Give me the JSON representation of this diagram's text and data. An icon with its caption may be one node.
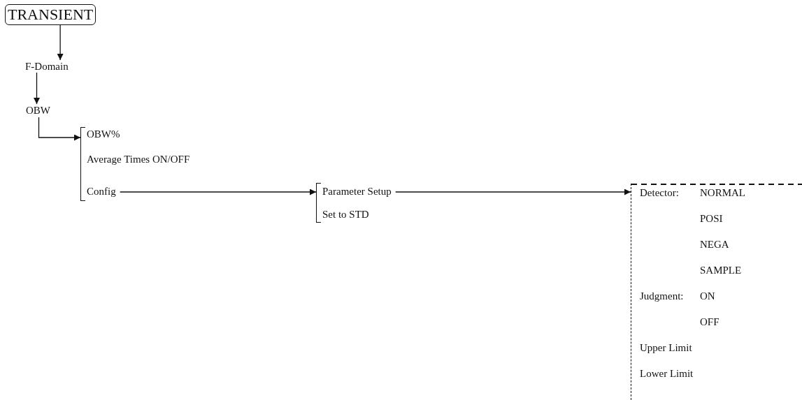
{
  "diagram": {
    "nodes": [
      {
        "text": [
          "TRANSIENT"
        ]
      },
      {
        "text": [
          "F-Domain"
        ]
      },
      {
        "text": [
          "OBW"
        ]
      },
      {
        "text": [],
        "shape": "bracket"
      },
      {
        "text": [
          "OBW%"
        ],
        "in": 3
      },
      {
        "text": [
          "Average Times ON/OFF"
        ],
        "in": 3
      },
      {
        "text": [
          "Config"
        ],
        "in": 3
      },
      {
        "text": [],
        "shape": "bracket"
      },
      {
        "text": [
          "Parameter Setup"
        ],
        "in": 7
      },
      {
        "text": [
          "Set to STD"
        ],
        "in": 7
      },
      {
        "text": [],
        "shape": "bracket"
      },
      {
        "text": [
          "Detector:"
        ],
        "in": 10
      },
      {
        "text": [
          "NORMAL"
        ],
        "in": 10
      },
      {
        "text": [
          "POSI"
        ],
        "in": 10
      },
      {
        "text": [
          "NEGA"
        ],
        "in": 10
      },
      {
        "text": [
          "SAMPLE"
        ],
        "in": 10
      },
      {
        "text": [
          "Judgment:"
        ],
        "in": 10
      },
      {
        "text": [
          "ON"
        ],
        "in": 10
      },
      {
        "text": [
          "OFF"
        ],
        "in": 10
      },
      {
        "text": [
          "Upper Limit"
        ],
        "in": 10
      },
      {
        "text": [
          "Lower Limit"
        ],
        "in": 10
      }
    ],
    "edges": [
      {
        "from": 0,
        "to": 1,
        "arrow": "to"
      },
      {
        "from": 1,
        "to": 2,
        "arrow": "to"
      },
      {
        "from": 2,
        "to": 3,
        "arrow": "to"
      },
      {
        "from": 6,
        "to": 7,
        "arrow": "to"
      },
      {
        "from": 8,
        "to": 10,
        "arrow": "to"
      }
    ]
  }
}
